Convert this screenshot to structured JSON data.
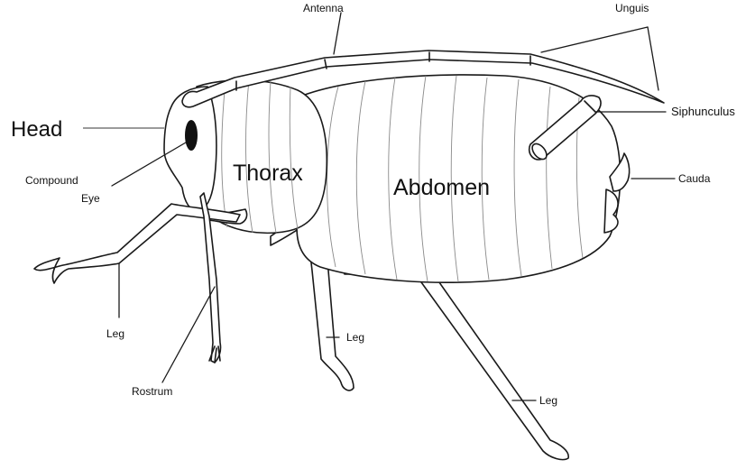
{
  "labels": {
    "antenna": "Antenna",
    "unguis": "Unguis",
    "head": "Head",
    "siphunculus": "Siphunculus",
    "thorax": "Thorax",
    "cauda": "Cauda",
    "compound_eye_line1": "Compound",
    "compound_eye_line2": "Eye",
    "abdomen": "Abdomen",
    "leg_front": "Leg",
    "leg_middle": "Leg",
    "leg_rear": "Leg",
    "rostrum": "Rostrum"
  },
  "colors": {
    "ink": "#1a1a1a",
    "segment_lines": "#8a8a8a",
    "background": "#ffffff"
  }
}
